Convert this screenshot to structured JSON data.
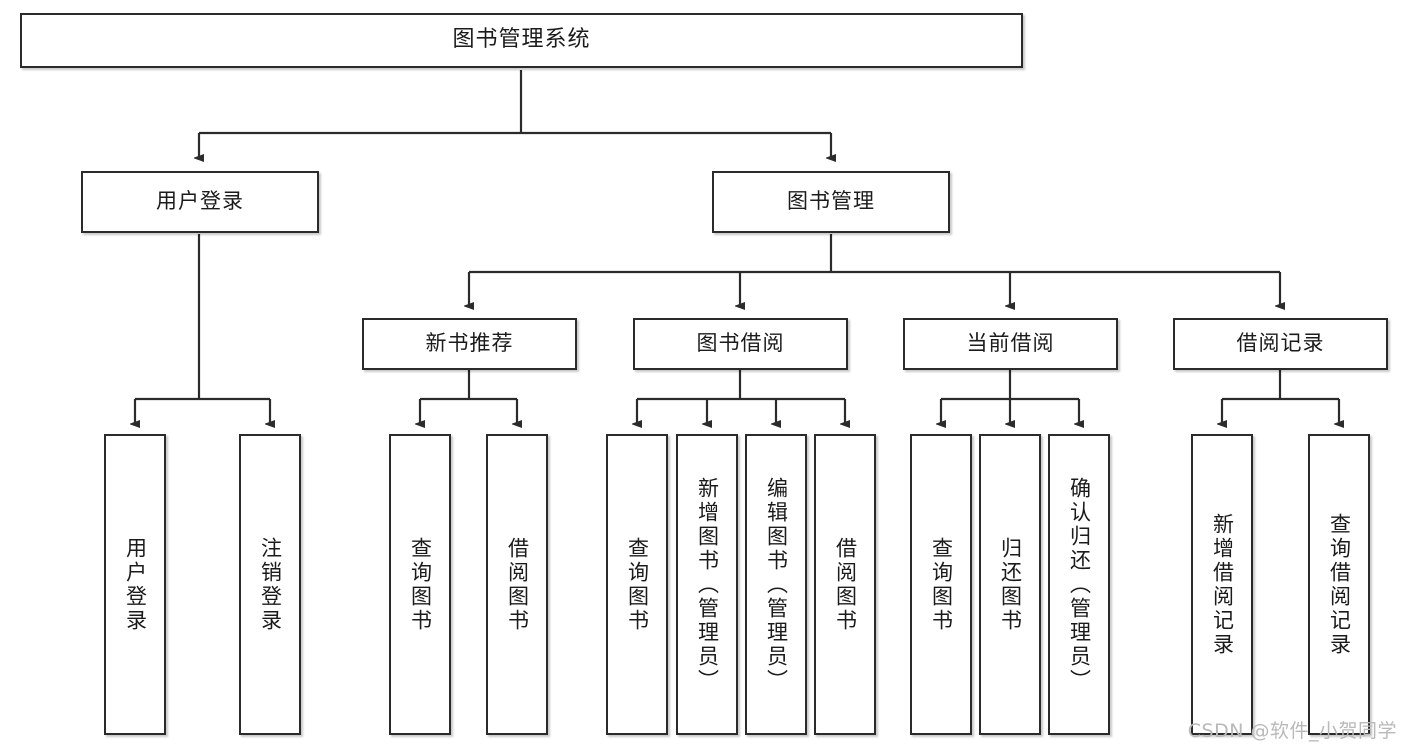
{
  "diagram": {
    "title": "图书管理系统",
    "type": "tree",
    "watermark": "CSDN @软件_小贺同学",
    "colors": {
      "box_border": "#2b2b2b",
      "box_fill": "#ffffff",
      "edge": "#2b2b2b",
      "text": "#1b1b1b",
      "watermark": "#b9b9b9"
    },
    "levels": {
      "root": [
        "图书管理系统"
      ],
      "level2": [
        "用户登录",
        "图书管理"
      ],
      "level3": [
        "新书推荐",
        "图书借阅",
        "当前借阅",
        "借阅记录"
      ],
      "leaves": [
        "用户登录",
        "注销登录",
        "查询图书",
        "借阅图书",
        "查询图书",
        "新增图书（管理员）",
        "编辑图书（管理员）",
        "借阅图书",
        "查询图书",
        "归还图书",
        "确认归还（管理员）",
        "新增借阅记录",
        "查询借阅记录"
      ]
    },
    "nodes": {
      "root": {
        "label": "图书管理系统"
      },
      "user_login": {
        "label": "用户登录"
      },
      "book_mgmt": {
        "label": "图书管理"
      },
      "new_book_rec": {
        "label": "新书推荐"
      },
      "book_borrow": {
        "label": "图书借阅"
      },
      "current_borrow": {
        "label": "当前借阅"
      },
      "borrow_record": {
        "label": "借阅记录"
      },
      "leaf_user_login": {
        "label": "用户登录"
      },
      "leaf_logout": {
        "label": "注销登录"
      },
      "leaf_query_book_a": {
        "label": "查询图书"
      },
      "leaf_borrow_book_a": {
        "label": "借阅图书"
      },
      "leaf_query_book_b": {
        "label": "查询图书"
      },
      "leaf_add_book_admin": {
        "label": "新增图书（管理员）"
      },
      "leaf_edit_book_admin": {
        "label": "编辑图书（管理员）"
      },
      "leaf_borrow_book_b": {
        "label": "借阅图书"
      },
      "leaf_query_book_c": {
        "label": "查询图书"
      },
      "leaf_return_book": {
        "label": "归还图书"
      },
      "leaf_confirm_return_admin": {
        "label": "确认归还（管理员）"
      },
      "leaf_add_record": {
        "label": "新增借阅记录"
      },
      "leaf_query_record": {
        "label": "查询借阅记录"
      }
    }
  }
}
